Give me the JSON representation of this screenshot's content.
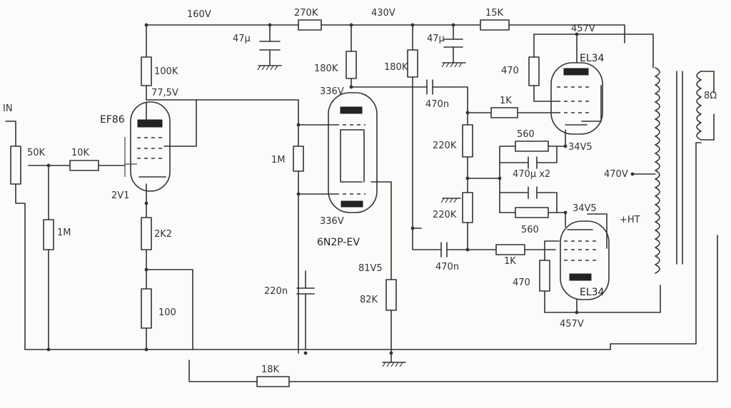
{
  "labels": {
    "v160": "160V",
    "r270k": "270K",
    "v430": "430V",
    "r15k": "15K",
    "c47u_a": "47µ",
    "c47u_b": "47µ",
    "v457_top": "457V",
    "el34_top": "EL34",
    "r100k": "100K",
    "r180k_a": "180K",
    "r180k_b": "180K",
    "v77": "77,5V",
    "v336_top": "336V",
    "c470n_top": "470n",
    "r1k_top": "1K",
    "r470_top": "470",
    "ef86": "EF86",
    "in": "IN",
    "pot50k": "50K",
    "r10k": "10K",
    "r1m_grid": "1M",
    "r220k_top": "220K",
    "r560_top": "560",
    "v34_top": "34V5",
    "c470u": "470µ x2",
    "v470": "470V",
    "v2": "2V1",
    "r220k_bot": "220K",
    "v34_bot": "34V5",
    "ht": "+HT",
    "r1m_in": "1M",
    "r2k2": "2K2",
    "v336_bot": "336V",
    "r560_bot": "560",
    "tube6n2p": "6N2P-EV",
    "v81": "81V5",
    "c470n_bot": "470n",
    "r1k_bot": "1K",
    "r470_bot": "470",
    "c220n": "220n",
    "r82k": "82K",
    "el34_bot": "EL34",
    "r100": "100",
    "v457_bot": "457V",
    "r18k": "18K",
    "spk": "8Ω"
  }
}
